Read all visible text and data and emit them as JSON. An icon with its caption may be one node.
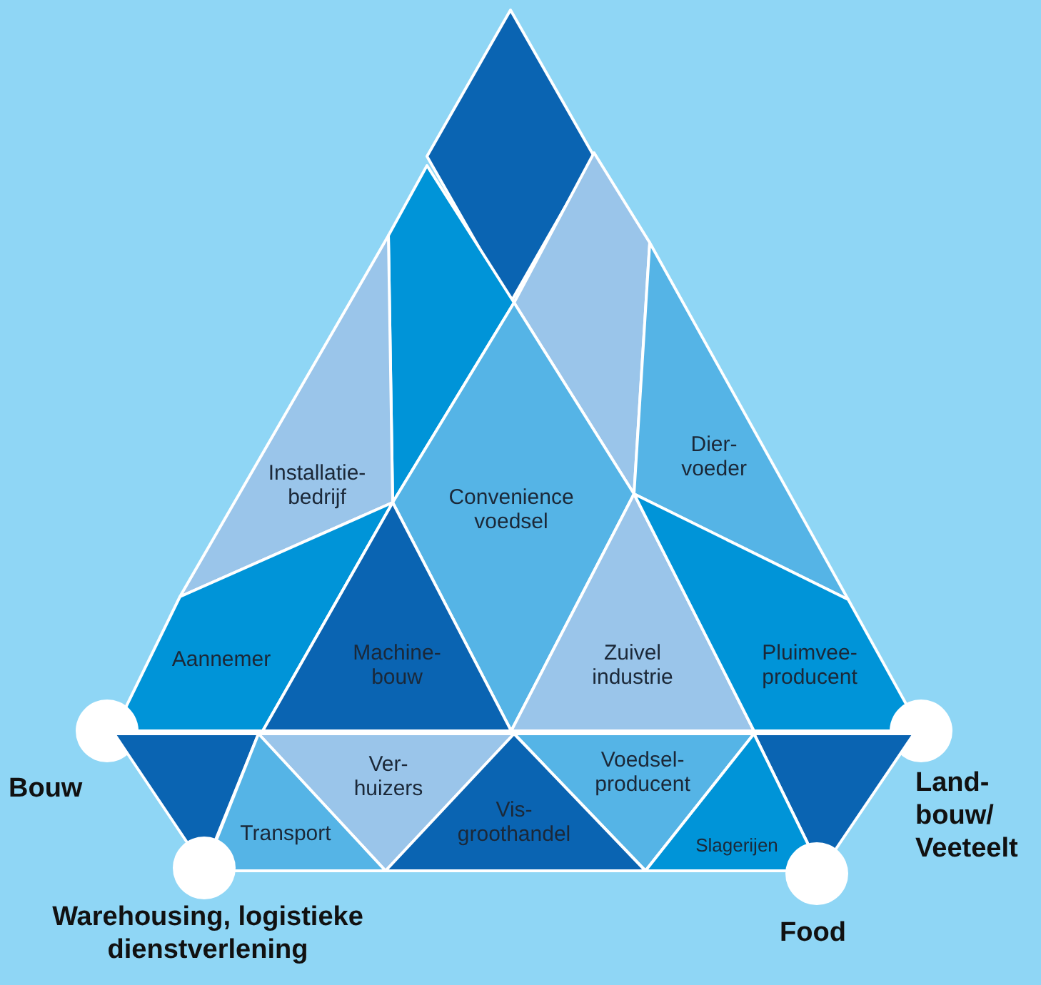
{
  "diagram": {
    "nodes": [
      {
        "text": [],
        "shape": "diamond"
      },
      {
        "text": [],
        "shape": "polygon"
      },
      {
        "text": [],
        "shape": "polygon"
      },
      {
        "text": [
          "Dier- voeder"
        ]
      },
      {
        "text": [
          "Installatie- bedrijf"
        ]
      },
      {
        "text": [
          "Convenience voedsel"
        ]
      },
      {
        "text": [
          "Aannemer"
        ]
      },
      {
        "text": [
          "Machine- bouw"
        ]
      },
      {
        "text": [
          "Zuivel industrie"
        ]
      },
      {
        "text": [
          "Pluimvee- producent"
        ]
      },
      {
        "text": [
          "Bouw"
        ]
      },
      {
        "text": [
          "Land- bouw/ Veeteelt"
        ]
      },
      {
        "text": [],
        "shape": "triangle"
      },
      {
        "text": [
          "Ver- huizers"
        ]
      },
      {
        "text": [
          "Voedsel- producent"
        ]
      },
      {
        "text": [],
        "shape": "triangle"
      },
      {
        "text": [
          "Transport"
        ]
      },
      {
        "text": [
          "Vis- groothandel"
        ]
      },
      {
        "text": [
          "Slagerijen"
        ]
      },
      {
        "text": [
          "Warehousing, logistieke dienstverlening"
        ]
      },
      {
        "text": [
          "Food"
        ]
      }
    ]
  }
}
